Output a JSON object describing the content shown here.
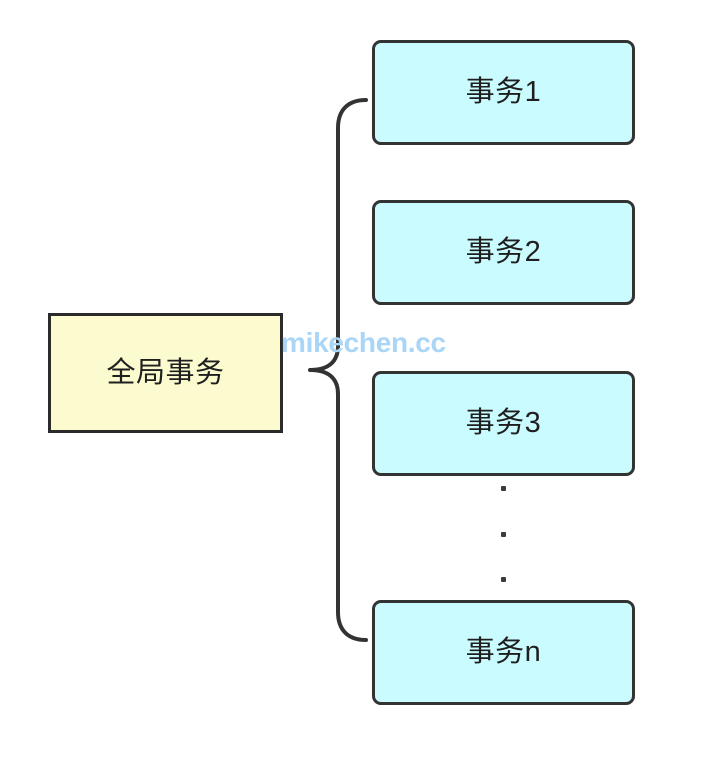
{
  "diagram": {
    "type": "tree-brace-diagram",
    "background_color": "#ffffff",
    "title_text": "",
    "root": {
      "label": "全局事务",
      "fill_color": "#fbfbcf",
      "border_color": "#2b2b2b",
      "shape": "rectangle"
    },
    "connector": {
      "kind": "curly-brace",
      "orientation": "opens-right",
      "stroke_color": "#333333"
    },
    "children": [
      {
        "label": "事务1",
        "fill_color": "#c9fbff",
        "border_color": "#333333",
        "shape": "rounded-rectangle"
      },
      {
        "label": "事务2",
        "fill_color": "#c9fbff",
        "border_color": "#333333",
        "shape": "rounded-rectangle"
      },
      {
        "label": "事务3",
        "fill_color": "#c9fbff",
        "border_color": "#333333",
        "shape": "rounded-rectangle"
      },
      {
        "label": "事务n",
        "fill_color": "#c9fbff",
        "border_color": "#333333",
        "shape": "rounded-rectangle"
      }
    ],
    "ellipsis": {
      "glyph": "vertical-dots",
      "count": 3,
      "color": "#3b3b3b"
    },
    "watermark": {
      "text": "mikechen.cc",
      "color": "#a9d5f7"
    }
  }
}
